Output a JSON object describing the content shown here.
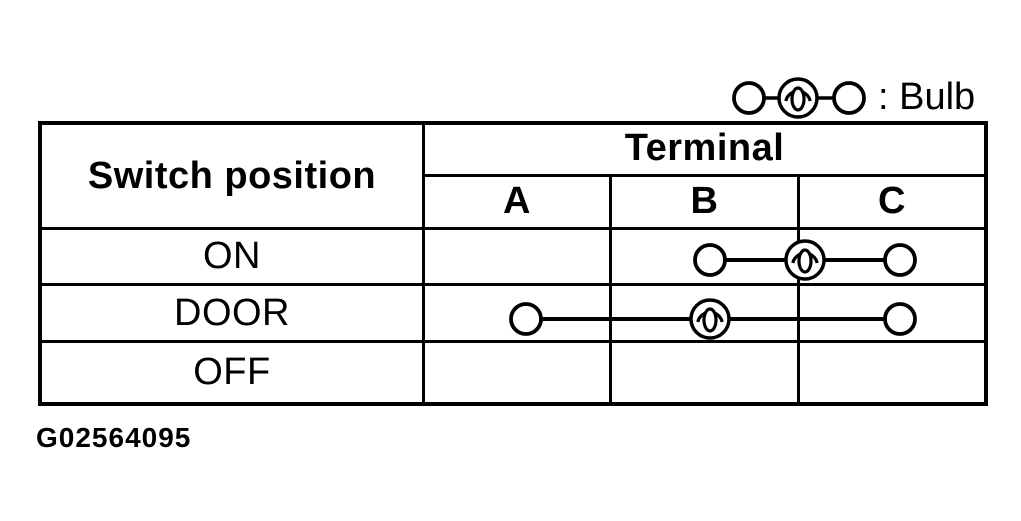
{
  "legend": {
    "symbol": "bulb-between-terminals-icon",
    "label": ": Bulb"
  },
  "figure_id": "G02564095",
  "colors": {
    "ink": "#000000",
    "background": "#ffffff"
  },
  "table": {
    "switch_position_header": "Switch position",
    "terminal_header": "Terminal",
    "terminal_columns": [
      "A",
      "B",
      "C"
    ],
    "rows": [
      {
        "switch_position": "ON",
        "connection": {
          "terminals": [
            "B",
            "C"
          ],
          "bulb_at": "B-C"
        }
      },
      {
        "switch_position": "DOOR",
        "connection": {
          "terminals": [
            "A",
            "C"
          ],
          "bulb_at": "B"
        }
      },
      {
        "switch_position": "OFF",
        "connection": null
      }
    ]
  }
}
